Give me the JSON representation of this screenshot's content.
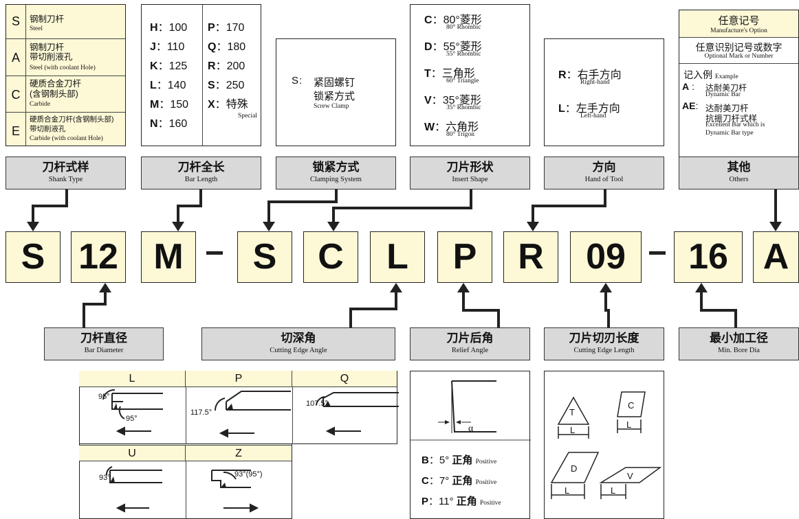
{
  "shank_type": {
    "rows": [
      {
        "code": "S",
        "cn": "钢制刀杆",
        "en": "Steel"
      },
      {
        "code": "A",
        "cn1": "钢制刀杆",
        "cn2": "带切削液孔",
        "en": "Steel (with coolant Hole)"
      },
      {
        "code": "C",
        "cn1": "硬质合金刀杆",
        "cn2": "(含钢制头部)",
        "en": "Carbide"
      },
      {
        "code": "E",
        "cn1": "硬质合金刀杆(含钢制头部)",
        "cn2": "带切削液孔",
        "en": "Carbide (with coolant Hole)"
      }
    ],
    "label_cn": "刀杆式样",
    "label_en": "Shank Type"
  },
  "bar_length": {
    "left": [
      {
        "k": "H",
        "v": "100"
      },
      {
        "k": "J",
        "v": "110"
      },
      {
        "k": "K",
        "v": "125"
      },
      {
        "k": "L",
        "v": "140"
      },
      {
        "k": "M",
        "v": "150"
      },
      {
        "k": "N",
        "v": "160"
      }
    ],
    "right": [
      {
        "k": "P",
        "v": "170"
      },
      {
        "k": "Q",
        "v": "180"
      },
      {
        "k": "R",
        "v": "200"
      },
      {
        "k": "S",
        "v": "250"
      },
      {
        "k": "X",
        "v": "特殊"
      }
    ],
    "special_en": "Special",
    "label_cn": "刀杆全长",
    "label_en": "Bar Length"
  },
  "clamping": {
    "code": "S",
    "cn1": "紧固螺钉",
    "cn2": "锁紧方式",
    "en": "Screw Clamp",
    "label_cn": "锁紧方式",
    "label_en": "Clamping System"
  },
  "insert_shape": {
    "rows": [
      {
        "k": "C",
        "cn": "80°菱形",
        "en": "80° Rhombic"
      },
      {
        "k": "D",
        "cn": "55°菱形",
        "en": "55° Rhombic"
      },
      {
        "k": "T",
        "cn": "三角形",
        "en": "60° Triangle"
      },
      {
        "k": "V",
        "cn": "35°菱形",
        "en": "35° Rhombic"
      },
      {
        "k": "W",
        "cn": "六角形",
        "en": "80° Trigon"
      }
    ],
    "label_cn": "刀片形状",
    "label_en": "Insert Shape"
  },
  "hand": {
    "rows": [
      {
        "k": "R",
        "cn": "右手方向",
        "en": "Right-hand"
      },
      {
        "k": "L",
        "cn": "左手方向",
        "en": "Left-hand"
      }
    ],
    "label_cn": "方向",
    "label_en": "Hand of Tool"
  },
  "others": {
    "title_cn": "任意记号",
    "title_en": "Manufacture's Option",
    "sub_cn": "任意识别记号或数字",
    "sub_en": "Optional Mark or Number",
    "ex_cn": "记入例",
    "ex_en": "Example",
    "a_k": "A",
    "a_cn": "达耐美刀杆",
    "a_en": "Dynamic Bar",
    "ae_k": "AE",
    "ae_cn1": "达耐美刀杆",
    "ae_cn2": "抗振刀杆式样",
    "ae_en1": "Excellent Bar which is",
    "ae_en2": "Dynamic Bar type",
    "label_cn": "其他",
    "label_en": "Others"
  },
  "codes": [
    "S",
    "12",
    "M",
    "S",
    "C",
    "L",
    "P",
    "R",
    "09",
    "16",
    "A"
  ],
  "bottom_labels": [
    {
      "cn": "刀杆直径",
      "en": "Bar Diameter"
    },
    {
      "cn": "切深角",
      "en": "Cutting Edge Angle"
    },
    {
      "cn": "刀片后角",
      "en": "Relief Angle"
    },
    {
      "cn": "刀片切刃长度",
      "en": "Cutting Edge Length"
    },
    {
      "cn": "最小加工径",
      "en": "Min. Bore Dia"
    }
  ],
  "cutting_angle": {
    "headers": [
      "L",
      "P",
      "Q",
      "U",
      "Z"
    ],
    "angles": {
      "L1": "95°",
      "L2": "95°",
      "P": "117.5°",
      "Q": "107.5°",
      "U": "93°",
      "Z": "93°(95°)"
    }
  },
  "relief": {
    "alpha": "α",
    "rows": [
      {
        "k": "B",
        "v": "5°",
        "cn": "正角",
        "en": "Positive"
      },
      {
        "k": "C",
        "v": "7°",
        "cn": "正角",
        "en": "Positive"
      },
      {
        "k": "P",
        "v": "11°",
        "cn": "正角",
        "en": "Positive"
      }
    ]
  },
  "edge_length": {
    "t": "T",
    "c": "C",
    "d": "D",
    "v": "V",
    "l": "L"
  }
}
